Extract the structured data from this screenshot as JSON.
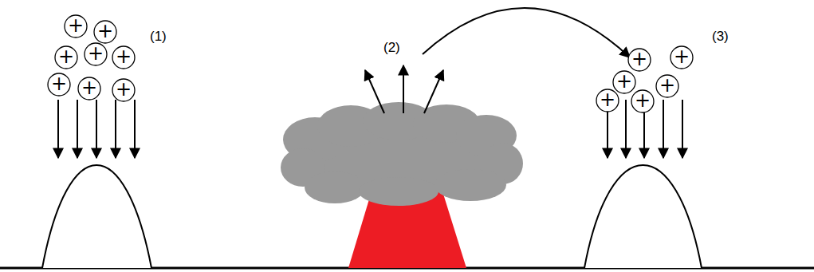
{
  "diagram": {
    "nodes": [
      {
        "text": [
          "+"
        ]
      },
      {
        "text": [
          "+"
        ]
      },
      {
        "text": [
          "+"
        ]
      },
      {
        "text": [
          "+"
        ]
      },
      {
        "text": [
          "+"
        ]
      },
      {
        "text": [
          "+"
        ]
      },
      {
        "text": [
          "+"
        ]
      },
      {
        "text": [
          "+"
        ]
      },
      {
        "text": [
          "+"
        ]
      },
      {
        "text": [
          "+"
        ]
      },
      {
        "text": [
          "+"
        ]
      },
      {
        "text": [
          "+"
        ]
      },
      {
        "text": [
          "+"
        ]
      },
      {
        "text": [
          "+"
        ]
      }
    ],
    "labels": [
      "(1)",
      "(2)",
      "(3)"
    ]
  }
}
